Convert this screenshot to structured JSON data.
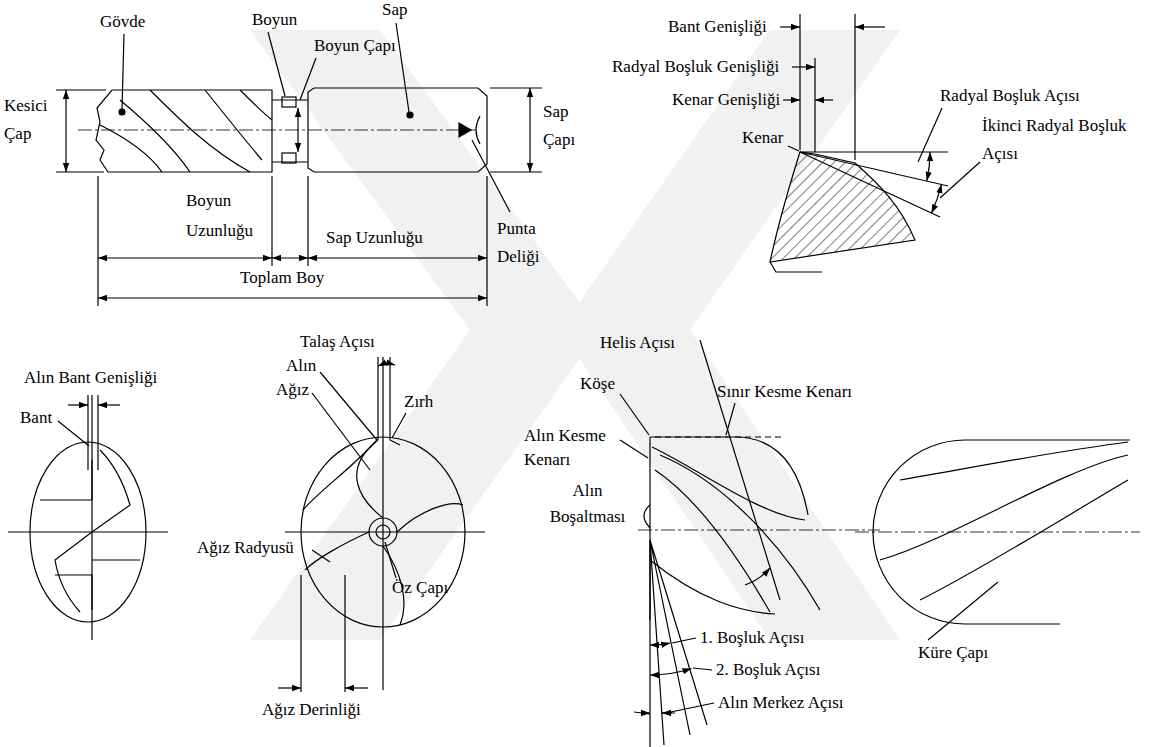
{
  "diagram": {
    "labels": [
      "Gövde",
      "Boyun",
      "Sap",
      "Boyun Çapı",
      "Kesici Çap",
      "Sap Çapı",
      "Boyun Uzunluğu",
      "Sap Uzunluğu",
      "Punta Deliği",
      "Toplam Boy",
      "Bant Genişliği",
      "Radyal Boşluk Genişliği",
      "Kenar Genişliği",
      "Radyal Boşluk Açısı",
      "Kenar",
      "İkinci Radyal Boşluk Açısı",
      "Alın Bant Genişliği",
      "Bant",
      "Talaş Açısı",
      "Alın",
      "Ağız",
      "Zırh",
      "Ağız Radyusü",
      "Öz Çapı",
      "Ağız Derinliği",
      "Helis Açısı",
      "Köşe",
      "Sınır Kesme Kenarı",
      "Alın Kesme Kenarı",
      "Alın Boşaltması",
      "1. Boşluk Açısı",
      "2. Boşluk Açısı",
      "Alın Merkez Açısı",
      "Küre Çapı"
    ]
  }
}
